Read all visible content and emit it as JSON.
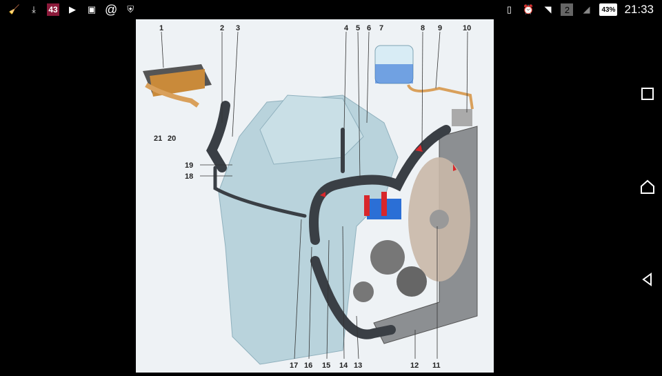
{
  "status_bar": {
    "left_icons": [
      "cleaner-icon",
      "download-icon",
      "notification-count-icon",
      "youtube-icon",
      "gallery-icon",
      "at-sign-icon",
      "shield-app-icon"
    ],
    "notification_count": "43",
    "sim_slot": "2",
    "battery": "43%",
    "time": "21:33"
  },
  "diagram": {
    "top_labels": [
      "1",
      "2",
      "3",
      "4",
      "5",
      "6",
      "7",
      "8",
      "9",
      "10"
    ],
    "bottom_labels": [
      "17",
      "16",
      "15",
      "14",
      "13",
      "12",
      "11"
    ],
    "side_labels": [
      "21",
      "20",
      "19",
      "18"
    ],
    "colors": {
      "hose": "#3a3f45",
      "hot": "#d8262b",
      "cold": "#2b6fd6",
      "engine": "#b9d3dc",
      "radiator": "#8c8f92",
      "pipe": "#d9a05b"
    }
  },
  "navbar": {
    "buttons": [
      "recents",
      "home",
      "back"
    ]
  }
}
